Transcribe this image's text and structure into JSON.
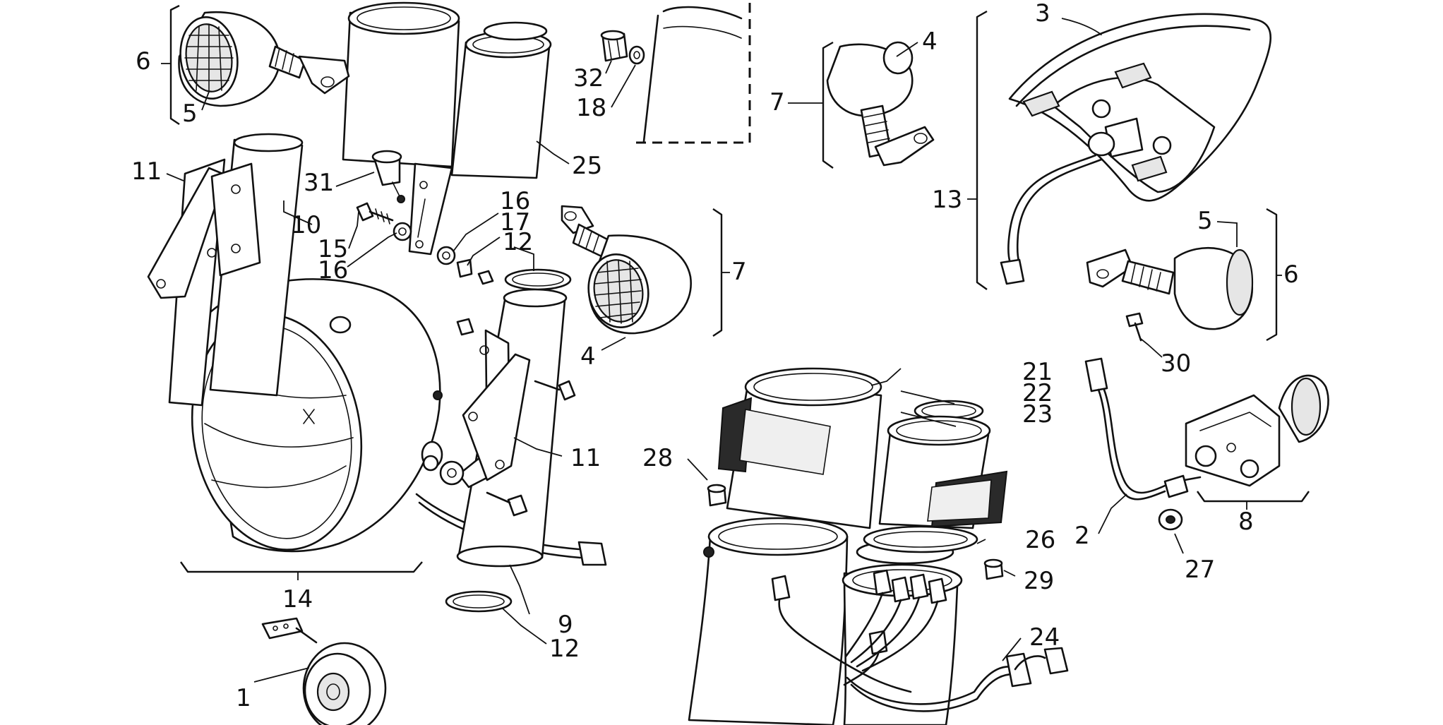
{
  "callouts": {
    "c1": "1",
    "c2": "2",
    "c3": "3",
    "c4a": "4",
    "c4b": "4",
    "c5a": "5",
    "c5b": "5",
    "c6a": "6",
    "c6b": "6",
    "c7a": "7",
    "c7b": "7",
    "c8": "8",
    "c9": "9",
    "c10": "10",
    "c11a": "11",
    "c11b": "11",
    "c12a": "12",
    "c12b": "12",
    "c13": "13",
    "c14": "14",
    "c15": "15",
    "c16a": "16",
    "c16b": "16",
    "c17": "17",
    "c18": "18",
    "c21": "21",
    "c22": "22",
    "c23": "23",
    "c24": "24",
    "c25": "25",
    "c26": "26",
    "c27": "27",
    "c28": "28",
    "c29": "29",
    "c30": "30",
    "c31": "31",
    "c32": "32"
  },
  "colors": {
    "ink": "#111111",
    "paper": "#ffffff",
    "shade": "#e6e6e6"
  }
}
